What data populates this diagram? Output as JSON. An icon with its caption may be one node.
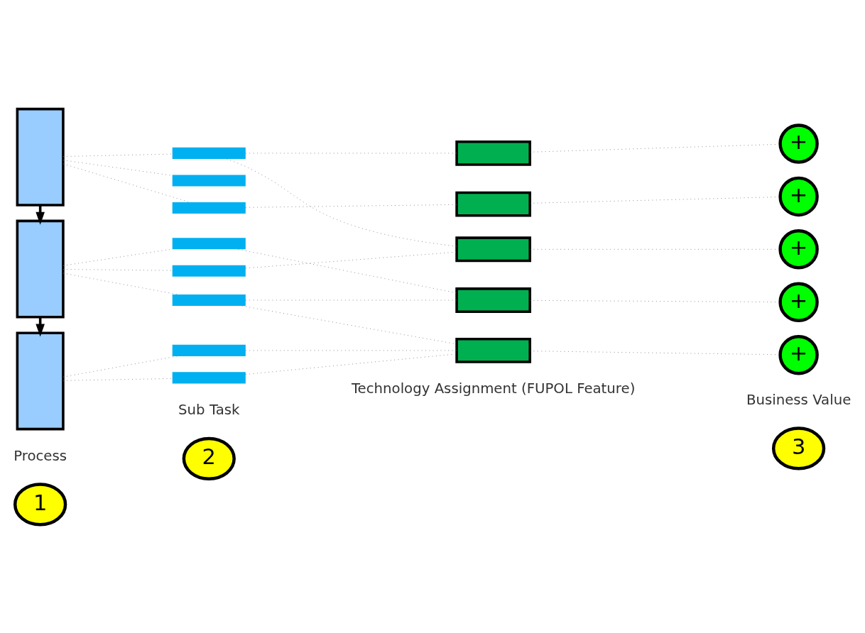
{
  "diagram": {
    "nodes": [
      {
        "text": [],
        "shape": "box"
      },
      {
        "text": [],
        "shape": "box"
      },
      {
        "text": [],
        "shape": "box"
      },
      {
        "text": [],
        "shape": "bar"
      },
      {
        "text": [],
        "shape": "bar"
      },
      {
        "text": [],
        "shape": "bar"
      },
      {
        "text": [],
        "shape": "bar"
      },
      {
        "text": [],
        "shape": "bar"
      },
      {
        "text": [],
        "shape": "bar"
      },
      {
        "text": [],
        "shape": "bar"
      },
      {
        "text": [],
        "shape": "bar"
      },
      {
        "text": [],
        "shape": "box"
      },
      {
        "text": [],
        "shape": "box"
      },
      {
        "text": [],
        "shape": "box"
      },
      {
        "text": [],
        "shape": "box"
      },
      {
        "text": [],
        "shape": "box"
      },
      {
        "text": [
          "+"
        ]
      },
      {
        "text": [
          "+"
        ]
      },
      {
        "text": [
          "+"
        ]
      },
      {
        "text": [
          "+"
        ]
      },
      {
        "text": [
          "+"
        ]
      },
      {
        "text": [
          "1"
        ]
      },
      {
        "text": [
          "2"
        ]
      },
      {
        "text": [
          "3"
        ]
      }
    ],
    "edges": [
      {
        "from": 0,
        "to": 1,
        "arrow": "to",
        "style": "thick",
        "color": "#000000"
      },
      {
        "from": 1,
        "to": 2,
        "arrow": "to",
        "style": "thick",
        "color": "#000000"
      },
      {
        "from": 0,
        "to": 3,
        "arrow": "none",
        "style": "dashed"
      },
      {
        "from": 0,
        "to": 4,
        "arrow": "none",
        "style": "dashed"
      },
      {
        "from": 0,
        "to": 5,
        "arrow": "none",
        "style": "dashed"
      },
      {
        "from": 1,
        "to": 6,
        "arrow": "none",
        "style": "dashed"
      },
      {
        "from": 1,
        "to": 7,
        "arrow": "none",
        "style": "dashed"
      },
      {
        "from": 1,
        "to": 8,
        "arrow": "none",
        "style": "dashed"
      },
      {
        "from": 2,
        "to": 9,
        "arrow": "none",
        "style": "dashed"
      },
      {
        "from": 2,
        "to": 10,
        "arrow": "none",
        "style": "dashed"
      },
      {
        "from": 3,
        "to": 11,
        "arrow": "none",
        "style": "dashed"
      },
      {
        "from": 3,
        "to": 13,
        "arrow": "none",
        "style": "dashed"
      },
      {
        "from": 5,
        "to": 12,
        "arrow": "none",
        "style": "dashed"
      },
      {
        "from": 6,
        "to": 14,
        "arrow": "none",
        "style": "dashed"
      },
      {
        "from": 7,
        "to": 13,
        "arrow": "none",
        "style": "dashed"
      },
      {
        "from": 8,
        "to": 14,
        "arrow": "none",
        "style": "dashed"
      },
      {
        "from": 8,
        "to": 15,
        "arrow": "none",
        "style": "dashed"
      },
      {
        "from": 9,
        "to": 15,
        "arrow": "none",
        "style": "dashed"
      },
      {
        "from": 10,
        "to": 15,
        "arrow": "none",
        "style": "dashed"
      },
      {
        "from": 11,
        "to": 16,
        "arrow": "none",
        "style": "dashed"
      },
      {
        "from": 12,
        "to": 17,
        "arrow": "none",
        "style": "dashed"
      },
      {
        "from": 13,
        "to": 18,
        "arrow": "none",
        "style": "dashed"
      },
      {
        "from": 14,
        "to": 19,
        "arrow": "none",
        "style": "dashed"
      },
      {
        "from": 15,
        "to": 20,
        "arrow": "none",
        "style": "dashed"
      }
    ],
    "labels": [
      "Process",
      "Sub Task",
      "Technology Assignment (FUPOL Feature)",
      "Business Value"
    ]
  }
}
